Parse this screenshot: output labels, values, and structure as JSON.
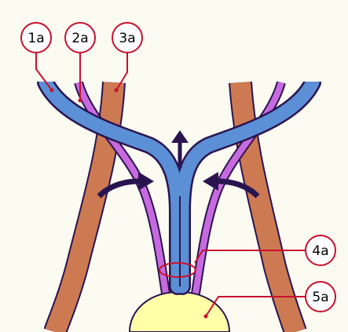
{
  "diagram": {
    "background": "#fbfbf2",
    "colors": {
      "blue_tube": "#5b8fd6",
      "purple_tube": "#c86adf",
      "brown_tube": "#cd7a52",
      "outline": "#2a1450",
      "callout": "#c8102e",
      "yellow_body": "#ffffa8",
      "arrow": "#2a1450"
    },
    "callouts": [
      {
        "id": "1a",
        "label": "1a"
      },
      {
        "id": "2a",
        "label": "2a"
      },
      {
        "id": "3a",
        "label": "3a"
      },
      {
        "id": "4a",
        "label": "4a"
      },
      {
        "id": "5a",
        "label": "5a"
      }
    ],
    "arrows": [
      {
        "name": "up-arrow",
        "icon": "arrow-up-icon"
      },
      {
        "name": "left-curved-arrow",
        "icon": "curved-arrow-right-icon"
      },
      {
        "name": "right-curved-arrow",
        "icon": "curved-arrow-left-icon"
      }
    ]
  }
}
